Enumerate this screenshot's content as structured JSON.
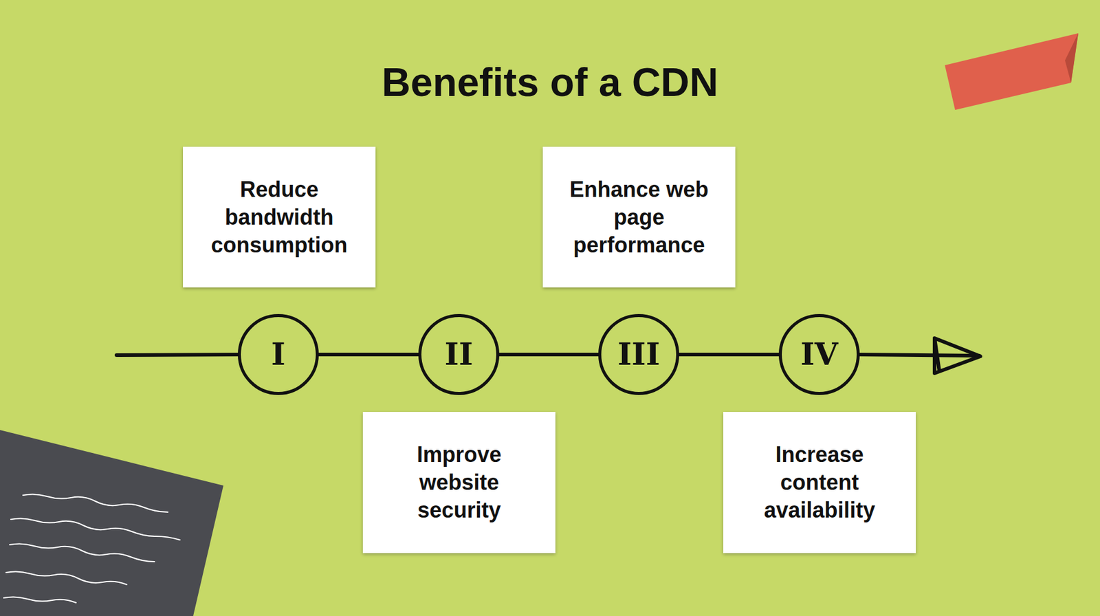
{
  "diagram": {
    "title": "Benefits of a CDN",
    "nodes": [
      {
        "text": [
          "Reduce bandwidth consumption"
        ]
      },
      {
        "text": [
          "Enhance web page performance"
        ]
      },
      {
        "text": [
          "I"
        ]
      },
      {
        "text": [
          "II"
        ]
      },
      {
        "text": [
          "III"
        ]
      },
      {
        "text": [
          "IV"
        ]
      },
      {
        "text": [
          "Improve website security"
        ]
      },
      {
        "text": [
          "Increase content availability"
        ]
      }
    ],
    "edges": [
      {
        "from": 2,
        "to": 3,
        "arrow": "none"
      },
      {
        "from": 3,
        "to": 4,
        "arrow": "none"
      },
      {
        "from": 4,
        "to": 5,
        "arrow": "none"
      }
    ]
  }
}
